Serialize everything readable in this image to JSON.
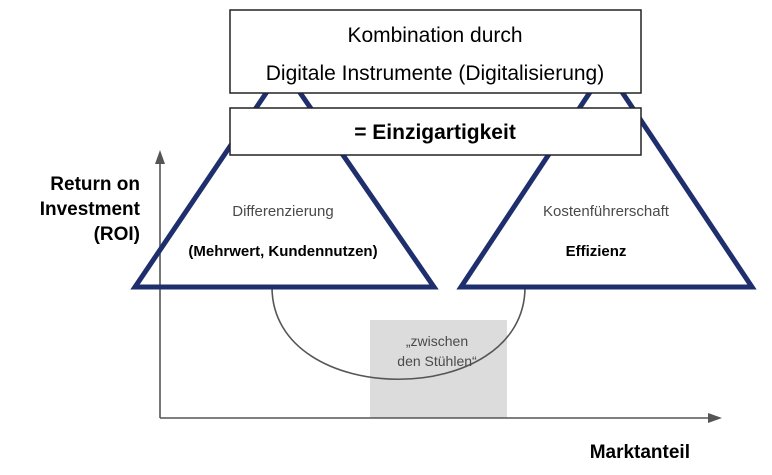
{
  "axes": {
    "y_label_lines": [
      "Return on",
      "Investment",
      "(ROI)"
    ],
    "x_label": "Marktanteil"
  },
  "header": {
    "line1": "Kombination durch",
    "line2": "Digitale Instrumente (Digitalisierung)",
    "result": "= Einzigartigkeit"
  },
  "left_triangle": {
    "title": "Differenzierung",
    "subtitle": "(Mehrwert, Kundennutzen)"
  },
  "right_triangle": {
    "title": "Kostenführerschaft",
    "subtitle": "Effizienz"
  },
  "middle_zone": {
    "line1": "„zwischen",
    "line2": "den Stühlen“"
  },
  "colors": {
    "triangle_stroke": "#1f2f6e",
    "axis": "#555555",
    "curve": "#555555",
    "middle_fill": "#dcdcdc",
    "box_stroke": "#222222",
    "text_dark": "#000000",
    "text_muted": "#4a4a4a"
  }
}
